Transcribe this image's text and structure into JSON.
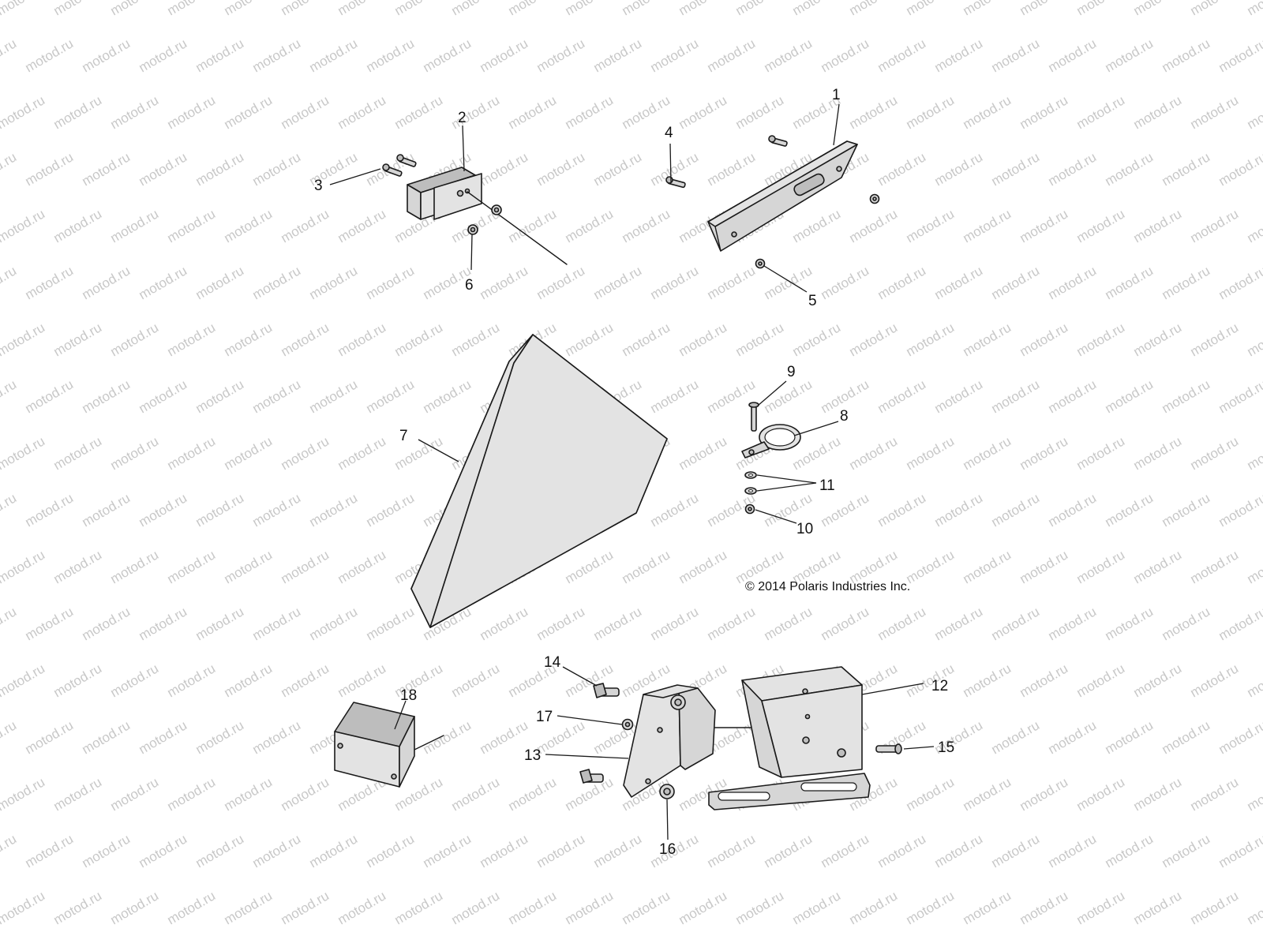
{
  "watermark": {
    "text": "motod.ru",
    "color": "#c8c8c8"
  },
  "copyright": "© 2014 Polaris Industries Inc.",
  "callouts": [
    "1",
    "2",
    "3",
    "4",
    "5",
    "6",
    "7",
    "8",
    "9",
    "10",
    "11",
    "12",
    "13",
    "14",
    "15",
    "16",
    "17",
    "18"
  ],
  "colors": {
    "line": "#1a1a1a",
    "part_fill": "#d6d6d6",
    "background": "#ffffff"
  }
}
